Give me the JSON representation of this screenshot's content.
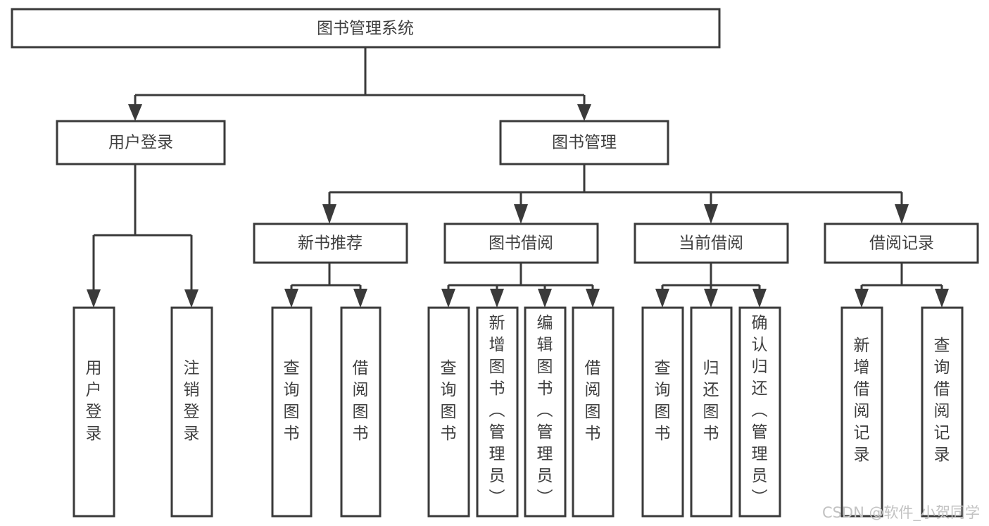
{
  "diagram": {
    "title": "图书管理系统",
    "type": "tree-hierarchy-chart",
    "root": {
      "id": "root",
      "label": "图书管理系统"
    },
    "level2": [
      {
        "id": "user-login",
        "label": "用户登录"
      },
      {
        "id": "book-manage",
        "label": "图书管理"
      }
    ],
    "level3": [
      {
        "id": "new-book-recommend",
        "label": "新书推荐"
      },
      {
        "id": "book-borrow",
        "label": "图书借阅"
      },
      {
        "id": "current-borrow",
        "label": "当前借阅"
      },
      {
        "id": "borrow-record",
        "label": "借阅记录"
      }
    ],
    "leaves": {
      "user_login": [
        {
          "id": "leaf-user-login",
          "label": "用户登录"
        },
        {
          "id": "leaf-logout-login",
          "label": "注销登录"
        }
      ],
      "new_book_recommend": [
        {
          "id": "leaf-query-book-1",
          "label": "查询图书"
        },
        {
          "id": "leaf-borrow-book-1",
          "label": "借阅图书"
        }
      ],
      "book_borrow": [
        {
          "id": "leaf-query-book-2",
          "label": "查询图书"
        },
        {
          "id": "leaf-add-book",
          "label": "新增图书（管理员）"
        },
        {
          "id": "leaf-edit-book",
          "label": "编辑图书（管理员）"
        },
        {
          "id": "leaf-borrow-book-2",
          "label": "借阅图书"
        }
      ],
      "current_borrow": [
        {
          "id": "leaf-query-book-3",
          "label": "查询图书"
        },
        {
          "id": "leaf-return-book",
          "label": "归还图书"
        },
        {
          "id": "leaf-confirm-return",
          "label": "确认归还（管理员）"
        }
      ],
      "borrow_record": [
        {
          "id": "leaf-add-borrow-record",
          "label": "新增借阅记录"
        },
        {
          "id": "leaf-query-borrow-record",
          "label": "查询借阅记录"
        }
      ]
    }
  },
  "watermark": {
    "text": "CSDN @软件_小贺同学"
  },
  "colors": {
    "stroke": "#3a3a3a",
    "box_fill": "#ffffff",
    "text": "#3f3f3f",
    "background": "#ffffff",
    "watermark": "#c2c2c2"
  }
}
